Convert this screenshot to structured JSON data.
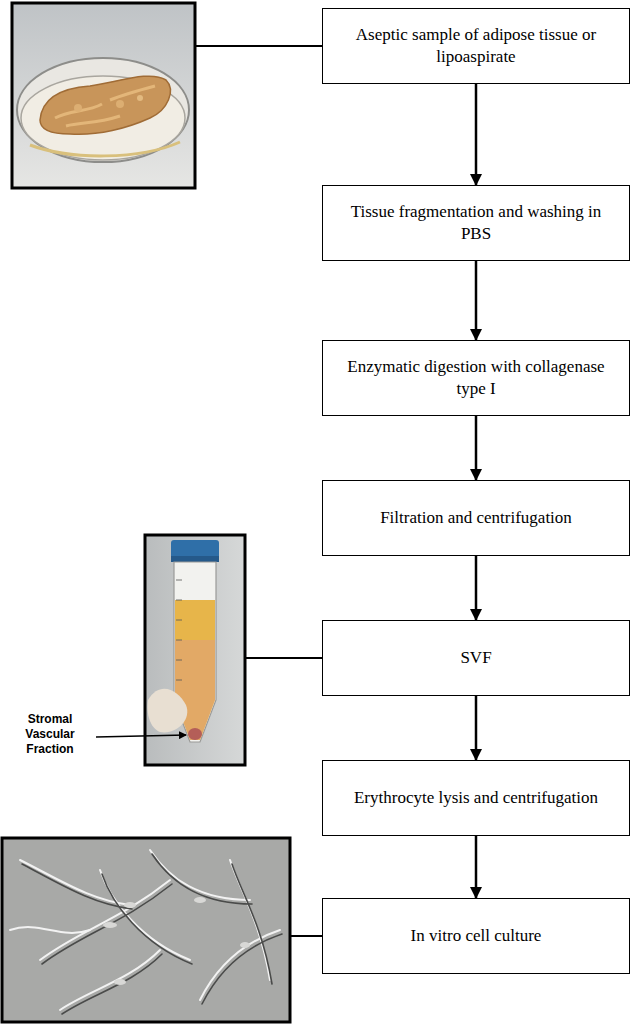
{
  "diagram": {
    "nodes": [
      {
        "text": [
          "Aseptic sample of adipose tissue or lipoaspirate"
        ]
      },
      {
        "text": [
          "Tissue fragmentation and washing in PBS"
        ]
      },
      {
        "text": [
          "Enzymatic digestion with collagenase type I"
        ]
      },
      {
        "text": [
          "Filtration and centrifugation"
        ]
      },
      {
        "text": [
          "SVF"
        ]
      },
      {
        "text": [
          "Erythrocyte lysis and centrifugation"
        ]
      },
      {
        "text": [
          "In vitro cell culture"
        ]
      }
    ],
    "edges": [
      {
        "from": 0,
        "to": 1,
        "arrow": "to"
      },
      {
        "from": 1,
        "to": 2,
        "arrow": "to"
      },
      {
        "from": 2,
        "to": 3,
        "arrow": "to"
      },
      {
        "from": 3,
        "to": 4,
        "arrow": "to"
      },
      {
        "from": 4,
        "to": 5,
        "arrow": "to"
      },
      {
        "from": 5,
        "to": 6,
        "arrow": "to"
      }
    ],
    "labels": [
      "Stromal Vascular Fraction"
    ]
  }
}
